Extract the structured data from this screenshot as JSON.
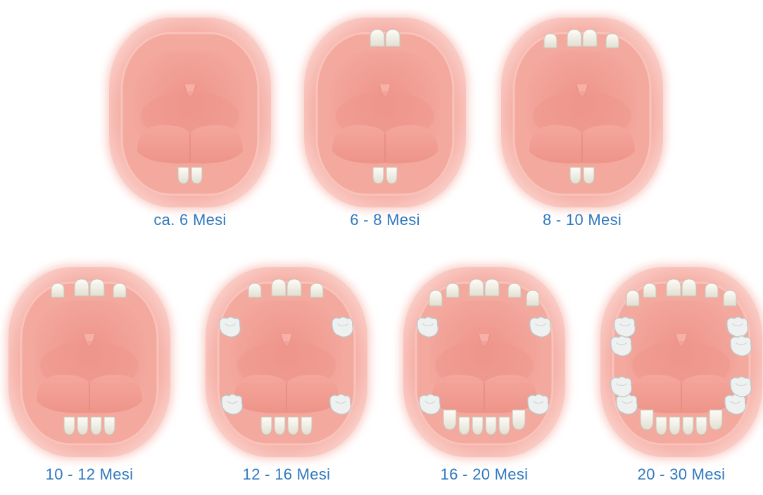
{
  "stages": [
    {
      "label": "ca. 6 Mesi",
      "upper_incisors": 0,
      "upper_molars": false,
      "upper_canines": false,
      "upper_second_molars": false,
      "lower_incisors": 2,
      "lower_molars": false,
      "lower_canines": false,
      "lower_second_molars": false
    },
    {
      "label": "6 - 8 Mesi",
      "upper_incisors": 2,
      "upper_molars": false,
      "upper_canines": false,
      "upper_second_molars": false,
      "lower_incisors": 2,
      "lower_molars": false,
      "lower_canines": false,
      "lower_second_molars": false
    },
    {
      "label": "8 - 10 Mesi",
      "upper_incisors": 4,
      "upper_molars": false,
      "upper_canines": false,
      "upper_second_molars": false,
      "lower_incisors": 2,
      "lower_molars": false,
      "lower_canines": false,
      "lower_second_molars": false
    },
    {
      "label": "10 - 12 Mesi",
      "upper_incisors": 4,
      "upper_molars": false,
      "upper_canines": false,
      "upper_second_molars": false,
      "lower_incisors": 4,
      "lower_molars": false,
      "lower_canines": false,
      "lower_second_molars": false
    },
    {
      "label": "12 - 16 Mesi",
      "upper_incisors": 4,
      "upper_molars": true,
      "upper_canines": false,
      "upper_second_molars": false,
      "lower_incisors": 4,
      "lower_molars": true,
      "lower_canines": false,
      "lower_second_molars": false
    },
    {
      "label": "16 - 20 Mesi",
      "upper_incisors": 4,
      "upper_molars": true,
      "upper_canines": true,
      "upper_second_molars": false,
      "lower_incisors": 4,
      "lower_molars": true,
      "lower_canines": true,
      "lower_second_molars": false
    },
    {
      "label": "20 - 30 Mesi",
      "upper_incisors": 4,
      "upper_molars": true,
      "upper_canines": true,
      "upper_second_molars": true,
      "lower_incisors": 4,
      "lower_molars": true,
      "lower_canines": true,
      "lower_second_molars": true
    }
  ],
  "colors": {
    "lips": "#f6b6ad",
    "lips_edge": "#f9cfc8",
    "gum": "#f4a99f",
    "palate": "#f3a397",
    "throat": "#ef988d",
    "tongue": "#f19a90",
    "tooth": "#f7f5ee",
    "tooth_shade": "#c9c6b8",
    "caption": "#2f78bd"
  }
}
